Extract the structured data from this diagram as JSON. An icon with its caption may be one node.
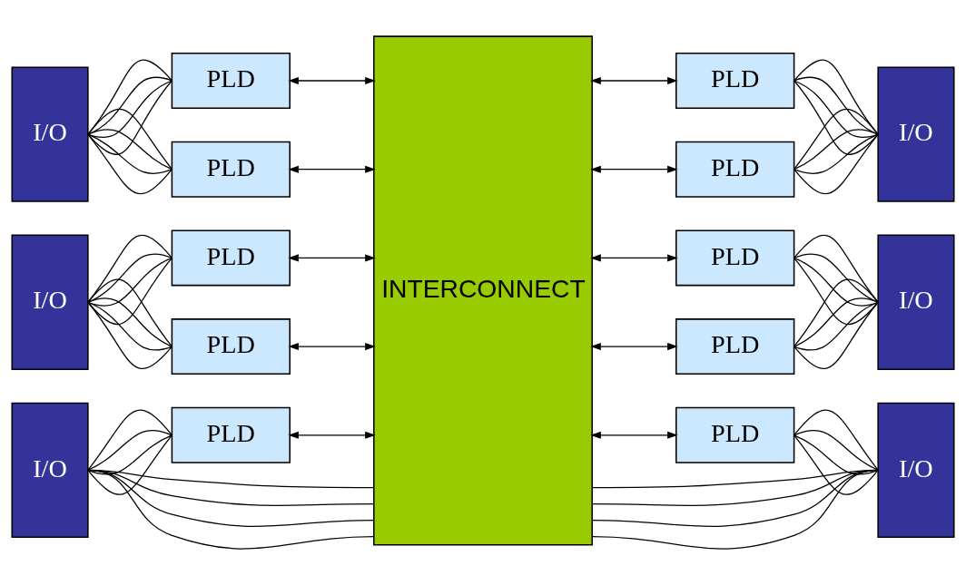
{
  "diagram": {
    "nodes": [
      {
        "text": [
          "I/O"
        ]
      },
      {
        "text": [
          "PLD"
        ]
      },
      {
        "text": [
          "INTERCONNECT"
        ]
      },
      {
        "text": [
          "PLD"
        ]
      },
      {
        "text": [
          "I/O"
        ]
      },
      {
        "text": [
          "PLD"
        ]
      },
      {
        "text": [
          "PLD"
        ]
      },
      {
        "text": [
          "I/O"
        ]
      },
      {
        "text": [
          "PLD"
        ]
      },
      {
        "text": [
          "PLD"
        ]
      },
      {
        "text": [
          "I/O"
        ]
      },
      {
        "text": [
          "PLD"
        ]
      },
      {
        "text": [
          "PLD"
        ]
      },
      {
        "text": [
          "I/O"
        ]
      },
      {
        "text": [
          "PLD"
        ]
      },
      {
        "text": [
          "PLD"
        ]
      },
      {
        "text": [
          "I/O"
        ]
      }
    ],
    "edges": [
      {
        "from": 0,
        "to": 1,
        "arrow": "none"
      },
      {
        "from": 0,
        "to": 1,
        "arrow": "none"
      },
      {
        "from": 0,
        "to": 1,
        "arrow": "none"
      },
      {
        "from": 0,
        "to": 1,
        "arrow": "none"
      },
      {
        "from": 1,
        "to": 2,
        "arrow": "both"
      },
      {
        "from": 2,
        "to": 3,
        "arrow": "both"
      },
      {
        "from": 3,
        "to": 4,
        "arrow": "none"
      },
      {
        "from": 3,
        "to": 4,
        "arrow": "none"
      },
      {
        "from": 3,
        "to": 4,
        "arrow": "none"
      },
      {
        "from": 3,
        "to": 4,
        "arrow": "none"
      },
      {
        "from": 0,
        "to": 5,
        "arrow": "none"
      },
      {
        "from": 0,
        "to": 5,
        "arrow": "none"
      },
      {
        "from": 0,
        "to": 5,
        "arrow": "none"
      },
      {
        "from": 0,
        "to": 5,
        "arrow": "none"
      },
      {
        "from": 5,
        "to": 2,
        "arrow": "both"
      },
      {
        "from": 2,
        "to": 6,
        "arrow": "both"
      },
      {
        "from": 6,
        "to": 4,
        "arrow": "none"
      },
      {
        "from": 6,
        "to": 4,
        "arrow": "none"
      },
      {
        "from": 6,
        "to": 4,
        "arrow": "none"
      },
      {
        "from": 6,
        "to": 4,
        "arrow": "none"
      },
      {
        "from": 7,
        "to": 8,
        "arrow": "none"
      },
      {
        "from": 7,
        "to": 8,
        "arrow": "none"
      },
      {
        "from": 7,
        "to": 8,
        "arrow": "none"
      },
      {
        "from": 7,
        "to": 8,
        "arrow": "none"
      },
      {
        "from": 8,
        "to": 2,
        "arrow": "both"
      },
      {
        "from": 2,
        "to": 9,
        "arrow": "both"
      },
      {
        "from": 9,
        "to": 10,
        "arrow": "none"
      },
      {
        "from": 9,
        "to": 10,
        "arrow": "none"
      },
      {
        "from": 9,
        "to": 10,
        "arrow": "none"
      },
      {
        "from": 9,
        "to": 10,
        "arrow": "none"
      },
      {
        "from": 7,
        "to": 11,
        "arrow": "none"
      },
      {
        "from": 7,
        "to": 11,
        "arrow": "none"
      },
      {
        "from": 7,
        "to": 11,
        "arrow": "none"
      },
      {
        "from": 7,
        "to": 11,
        "arrow": "none"
      },
      {
        "from": 11,
        "to": 2,
        "arrow": "both"
      },
      {
        "from": 2,
        "to": 12,
        "arrow": "both"
      },
      {
        "from": 12,
        "to": 10,
        "arrow": "none"
      },
      {
        "from": 12,
        "to": 10,
        "arrow": "none"
      },
      {
        "from": 12,
        "to": 10,
        "arrow": "none"
      },
      {
        "from": 12,
        "to": 10,
        "arrow": "none"
      },
      {
        "from": 13,
        "to": 14,
        "arrow": "none"
      },
      {
        "from": 13,
        "to": 14,
        "arrow": "none"
      },
      {
        "from": 13,
        "to": 14,
        "arrow": "none"
      },
      {
        "from": 13,
        "to": 14,
        "arrow": "none"
      },
      {
        "from": 14,
        "to": 2,
        "arrow": "both"
      },
      {
        "from": 2,
        "to": 15,
        "arrow": "both"
      },
      {
        "from": 15,
        "to": 16,
        "arrow": "none"
      },
      {
        "from": 15,
        "to": 16,
        "arrow": "none"
      },
      {
        "from": 15,
        "to": 16,
        "arrow": "none"
      },
      {
        "from": 15,
        "to": 16,
        "arrow": "none"
      },
      {
        "from": 13,
        "to": 2,
        "arrow": "none"
      },
      {
        "from": 13,
        "to": 2,
        "arrow": "none"
      },
      {
        "from": 13,
        "to": 2,
        "arrow": "none"
      },
      {
        "from": 13,
        "to": 2,
        "arrow": "none"
      },
      {
        "from": 2,
        "to": 16,
        "arrow": "none"
      },
      {
        "from": 2,
        "to": 16,
        "arrow": "none"
      },
      {
        "from": 2,
        "to": 16,
        "arrow": "none"
      },
      {
        "from": 2,
        "to": 16,
        "arrow": "none"
      }
    ]
  }
}
